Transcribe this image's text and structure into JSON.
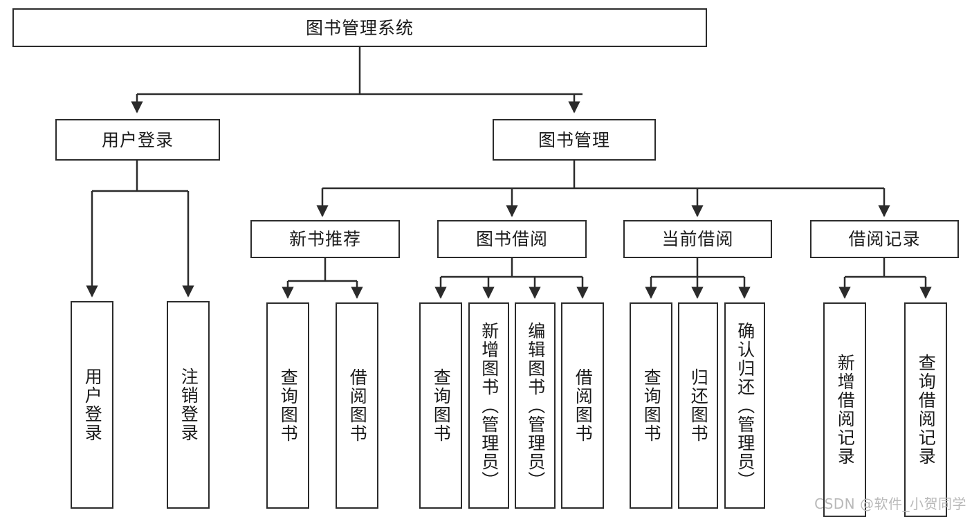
{
  "diagram": {
    "title": "图书管理系统",
    "type": "tree-hierarchy",
    "stroke_color": "#2b2b2b",
    "fill_color": "#ffffff",
    "text_color": "#1a1a1a"
  },
  "nodes": {
    "root": {
      "label": "图书管理系统"
    },
    "level1": [
      {
        "label": "用户登录"
      },
      {
        "label": "图书管理"
      }
    ],
    "level2": [
      {
        "label": "新书推荐"
      },
      {
        "label": "图书借阅"
      },
      {
        "label": "当前借阅"
      },
      {
        "label": "借阅记录"
      }
    ],
    "leaves": {
      "user_login": [
        {
          "label": "用户登录"
        },
        {
          "label": "注销登录"
        }
      ],
      "new_book": [
        {
          "label": "查询图书"
        },
        {
          "label": "借阅图书"
        }
      ],
      "borrow_book": [
        {
          "label": "查询图书"
        },
        {
          "label": "新增图书（管理员）"
        },
        {
          "label": "编辑图书（管理员）"
        },
        {
          "label": "借阅图书"
        }
      ],
      "current_borrow": [
        {
          "label": "查询图书"
        },
        {
          "label": "归还图书"
        },
        {
          "label": "确认归还（管理员）"
        }
      ],
      "borrow_record": [
        {
          "label": "新增借阅记录"
        },
        {
          "label": "查询借阅记录"
        }
      ]
    }
  },
  "watermark": {
    "text": "CSDN @软件_小贺同学",
    "color": "#b9b9b9"
  }
}
